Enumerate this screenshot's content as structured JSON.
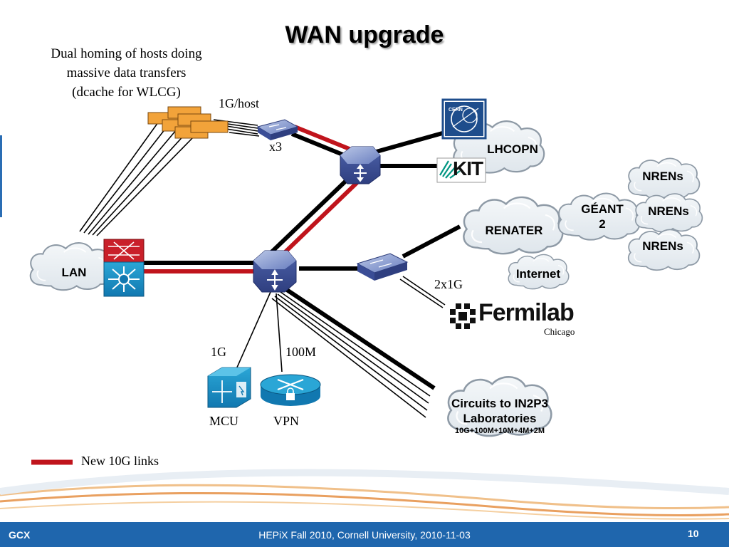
{
  "title": "WAN upgrade",
  "note": {
    "line1": "Dual homing of hosts doing",
    "line2": "massive data transfers",
    "line3": "(dcache for WLCG)"
  },
  "labels": {
    "per_host": "1G/host",
    "x3": "x3",
    "two_by_1g": "2x1G",
    "one_g": "1G",
    "hundred_m": "100M",
    "mcu": "MCU",
    "vpn": "VPN",
    "chicago": "Chicago"
  },
  "clouds": {
    "lhcopn": "LHCOPN",
    "nrens_1": "NRENs",
    "nrens_2": "NRENs",
    "nrens_3": "NRENs",
    "geant_line1": "GÉANT",
    "geant_line2": "2",
    "renater": "RENATER",
    "internet": "Internet",
    "lan": "LAN",
    "circuits_line1": "Circuits to IN2P3",
    "circuits_line2": "Laboratories",
    "circuits_line3": "10G+100M+10M+4M+2M"
  },
  "logos": {
    "cern": "CERN",
    "kit": "KIT",
    "fermilab": "Fermilab"
  },
  "legend": {
    "new_links": "New 10G links"
  },
  "footer": {
    "left": "GCX",
    "center": "HEPiX Fall 2010, Cornell University, 2010-11-03",
    "page": "10"
  },
  "colors": {
    "new_link": "#c0141c",
    "existing_link": "#000000",
    "footer_bar": "#1f66ad",
    "device_blue": "#4a5fa8",
    "server_orange": "#f2a33a"
  }
}
